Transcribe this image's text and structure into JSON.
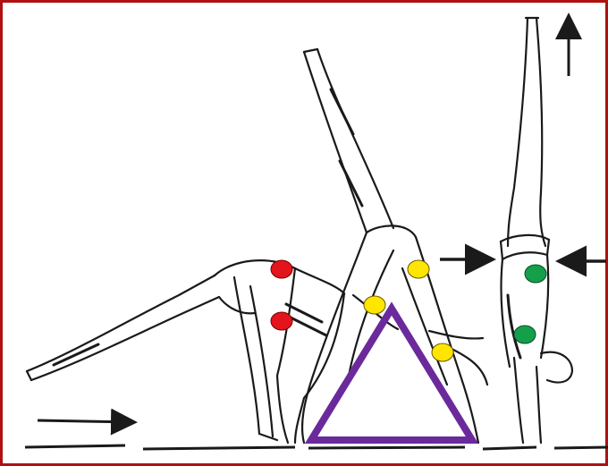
{
  "frame": {
    "border_color": "#b01010",
    "background": "#ffffff"
  },
  "colors": {
    "ink": "#1a1a1a",
    "red_marker": "#e3141b",
    "yellow_marker": "#ffe600",
    "green_marker": "#14a04a",
    "triangle": "#6b2a9b"
  },
  "figures": [
    {
      "name": "gymnast-1-back-bend",
      "markers": [
        "red",
        "red"
      ]
    },
    {
      "name": "gymnast-2-pike-walkover",
      "markers": [
        "yellow",
        "yellow",
        "yellow"
      ],
      "shape": "triangle"
    },
    {
      "name": "gymnast-3-handstand",
      "markers": [
        "green",
        "green"
      ]
    }
  ],
  "icons": [
    "arrow-right-icon",
    "arrow-left-icon",
    "arrow-up-icon",
    "arrow-right-icon"
  ]
}
